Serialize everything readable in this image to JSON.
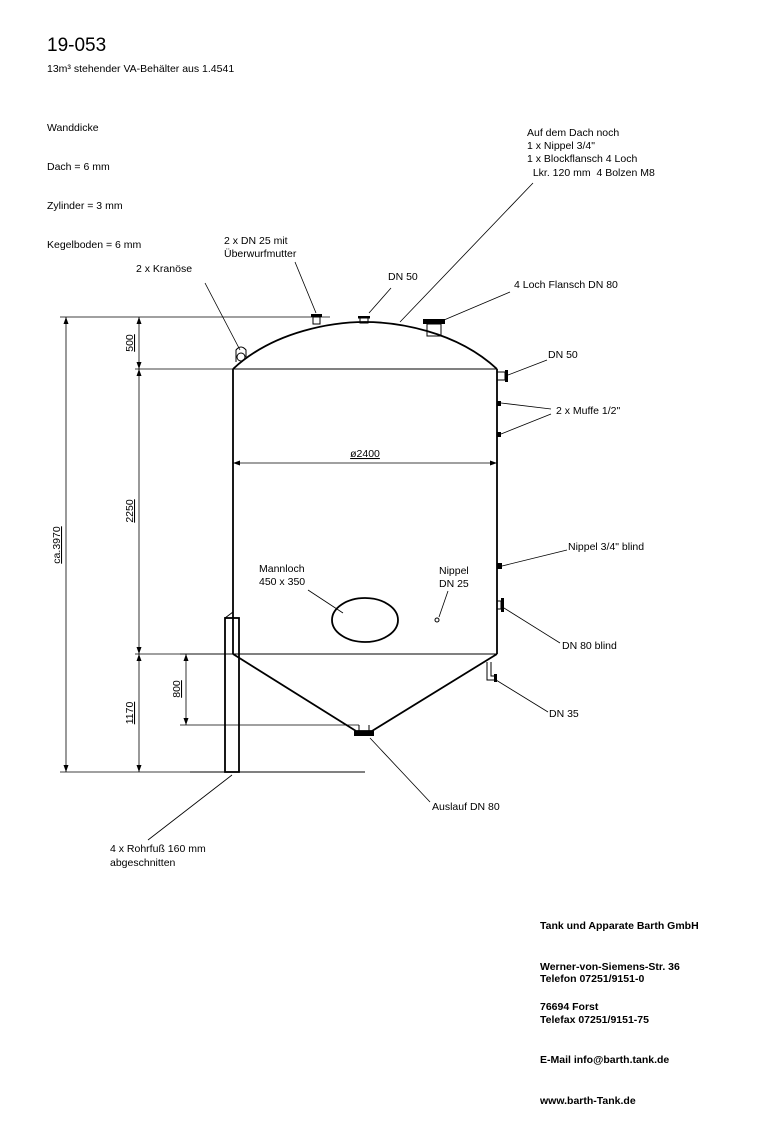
{
  "header": {
    "title": "19-053",
    "subtitle": "13m³ stehender VA-Behälter aus 1.4541"
  },
  "wall_thickness": [
    "Wanddicke",
    "Dach = 6 mm",
    "Zylinder = 3 mm",
    "Kegelboden = 6 mm"
  ],
  "roof_note": [
    "Auf dem Dach noch",
    "1 x Nippel 3/4\"",
    "1 x Blockflansch 4 Loch",
    "  Lkr. 120 mm  4 Bolzen M8"
  ],
  "labels": {
    "overflow_nut": [
      "2 x DN 25 mit",
      "Überwurfmutter"
    ],
    "crane_eyes": "2 x Kranöse",
    "dn50_roof": "DN 50",
    "flange_dn80": "4 Loch Flansch DN 80",
    "dn50_side": "DN 50",
    "sleeve": "2 x Muffe 1/2\"",
    "nipple_blind": "Nippel 3/4\" blind",
    "manhole": [
      "Mannloch",
      "450 x 350"
    ],
    "nipple_dn25": [
      "Nippel",
      "DN 25"
    ],
    "dn80_blind": "DN 80 blind",
    "dn35": "DN 35",
    "outlet": "Auslauf DN 80",
    "feet": [
      "4 x Rohrfuß 160 mm",
      "abgeschnitten"
    ]
  },
  "dimensions": {
    "total_height": "ca.3970",
    "roof_height": "500",
    "cylinder_height": "2250",
    "cone_height": "1170",
    "leg_height": "800",
    "diameter": "ø2400"
  },
  "company": [
    "Tank und Apparate Barth GmbH",
    "Werner-von-Siemens-Str. 36",
    "76694 Forst"
  ],
  "contact": [
    "Telefon 07251/9151-0",
    "Telefax 07251/9151-75",
    "E-Mail info@barth.tank.de",
    "www.barth-Tank.de"
  ]
}
